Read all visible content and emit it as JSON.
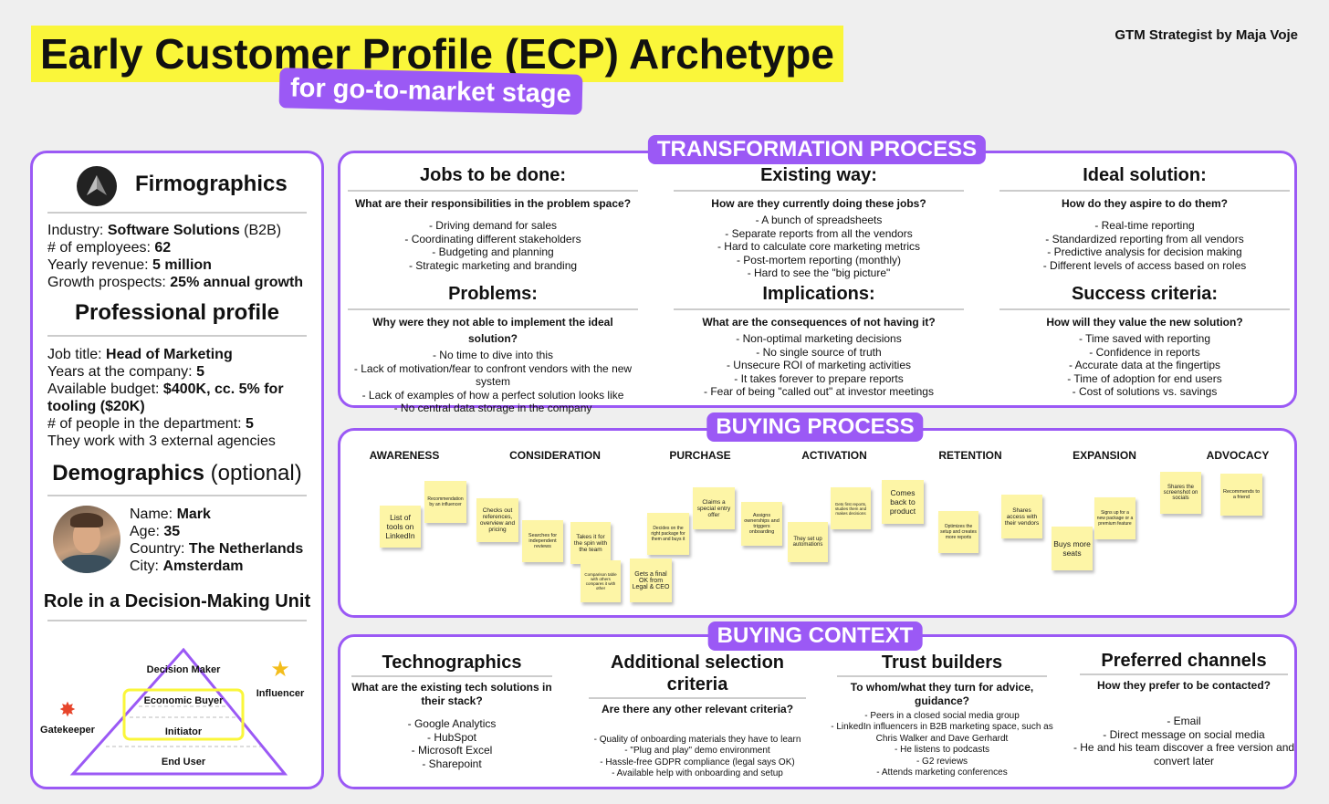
{
  "header": {
    "title": "Early Customer Profile (ECP) Archetype",
    "subtitle": "for go-to-market stage",
    "credit": "GTM Strategist by Maja Voje"
  },
  "colors": {
    "accent": "#9b59f5",
    "highlight": "#faf63a",
    "sticky": "#fdf5a6"
  },
  "firmographics": {
    "title": "Firmographics",
    "icon": "arrow-logo-icon",
    "industry_label": "Industry: ",
    "industry_value": "Software Solutions",
    "industry_suffix": " (B2B)",
    "employees_label": "# of employees: ",
    "employees_value": "62",
    "revenue_label": "Yearly revenue: ",
    "revenue_value": "5 million",
    "growth_label": "Growth prospects: ",
    "growth_value": "25% annual growth"
  },
  "professional": {
    "title": "Professional profile",
    "job_label": "Job title: ",
    "job_value": "Head of Marketing",
    "years_label": "Years at the company: ",
    "years_value": "5",
    "budget_label": "Available budget: ",
    "budget_value": "$400K, cc. 5% for tooling ($20K)",
    "dept_label": "# of people in the department: ",
    "dept_value": "5",
    "agencies": "They work with 3 external agencies"
  },
  "demographics": {
    "title": "Demographics",
    "title_suffix": " (optional)",
    "name_label": "Name: ",
    "name_value": "Mark",
    "age_label": "Age: ",
    "age_value": "35",
    "country_label": "Country: ",
    "country_value": "The Netherlands",
    "city_label": "City: ",
    "city_value": "Amsterdam"
  },
  "dmu": {
    "title": "Role in a Decision-Making Unit",
    "decision_maker": "Decision Maker",
    "economic_buyer": "Economic Buyer",
    "initiator": "Initiator",
    "end_user": "End User",
    "influencer": "Influencer",
    "gatekeeper": "Gatekeeper"
  },
  "transformation": {
    "label": "TRANSFORMATION PROCESS",
    "columns": [
      {
        "heading": "Jobs to be done:",
        "question": "What are their responsibilities in the problem space?",
        "items": "- Driving demand for sales\n- Coordinating different stakeholders\n- Budgeting and planning\n- Strategic marketing and branding"
      },
      {
        "heading": "Existing way:",
        "question": "How are they currently doing these jobs?",
        "items": "- A bunch of spreadsheets\n- Separate reports from all the vendors\n- Hard to calculate core marketing metrics\n- Post-mortem reporting (monthly)\n- Hard to see the \"big picture\""
      },
      {
        "heading": "Ideal solution:",
        "question": "How do they aspire to do them?",
        "items": "- Real-time reporting\n- Standardized reporting from all vendors\n- Predictive analysis for decision making\n- Different levels of access based on roles"
      },
      {
        "heading": "Problems:",
        "question": "Why were they not able to implement the ideal solution?",
        "items": "- No time to dive into this\n- Lack of motivation/fear to confront vendors with the new system\n- Lack of examples of how a perfect solution looks like\n- No central data storage in the company"
      },
      {
        "heading": "Implications:",
        "question": "What are the consequences of not having it?",
        "items": "- Non-optimal marketing decisions\n- No single source of truth\n- Unsecure ROI of marketing activities\n- It takes forever to prepare reports\n- Fear of being \"called out\" at investor meetings"
      },
      {
        "heading": "Success criteria:",
        "question": "How will they value the new solution?",
        "items": "- Time saved with reporting\n- Confidence in reports\n- Accurate data at the fingertips\n- Time of adoption for end users\n- Cost of solutions vs. savings"
      }
    ]
  },
  "buying_process": {
    "label": "BUYING PROCESS",
    "stages": [
      "AWARENESS",
      "CONSIDERATION",
      "PURCHASE",
      "ACTIVATION",
      "RETENTION",
      "EXPANSION",
      "ADVOCACY"
    ],
    "notes": [
      "List of tools on LinkedIn",
      "Recommendation by an influencer",
      "Checks out references, overview and pricing",
      "Searches for independent reviews",
      "Takes it for the spin with the team",
      "Comparison table with others compares it with other",
      "Decides on the right package for them and buys it",
      "Gets a final OK from Legal & CEO",
      "Claims a special entry offer",
      "Assigns ownerships and triggers onboarding",
      "They set up automations",
      "Gets first reports, studies them and makes decisions",
      "Comes back to product",
      "Optimizes the setup and creates more reports",
      "Shares access with their vendors",
      "Buys more seats",
      "Signs up for a new package or a premium feature",
      "Shares the screenshot on socials",
      "Recommends to a friend"
    ]
  },
  "buying_context": {
    "label": "BUYING CONTEXT",
    "columns": [
      {
        "heading": "Technographics",
        "question": "What are the existing tech solutions in their stack?",
        "items": "- Google Analytics\n- HubSpot\n- Microsoft Excel\n- Sharepoint"
      },
      {
        "heading": "Additional selection criteria",
        "question": "Are there any other relevant criteria?",
        "items": "- Quality of onboarding materials they have to learn\n- \"Plug and play\" demo environment\n- Hassle-free GDPR compliance (legal says OK)\n- Available help with onboarding and setup"
      },
      {
        "heading": "Trust builders",
        "question": "To whom/what they turn for advice, guidance?",
        "items": "- Peers in a closed social media group\n- LinkedIn influencers in B2B marketing space, such as Chris Walker and Dave Gerhardt\n- He listens to podcasts\n- G2 reviews\n- Attends marketing conferences"
      },
      {
        "heading": "Preferred channels",
        "question": "How they prefer to be contacted?",
        "items": "- Email\n- Direct message on social media\n- He and his team discover a free version and convert later"
      }
    ]
  }
}
